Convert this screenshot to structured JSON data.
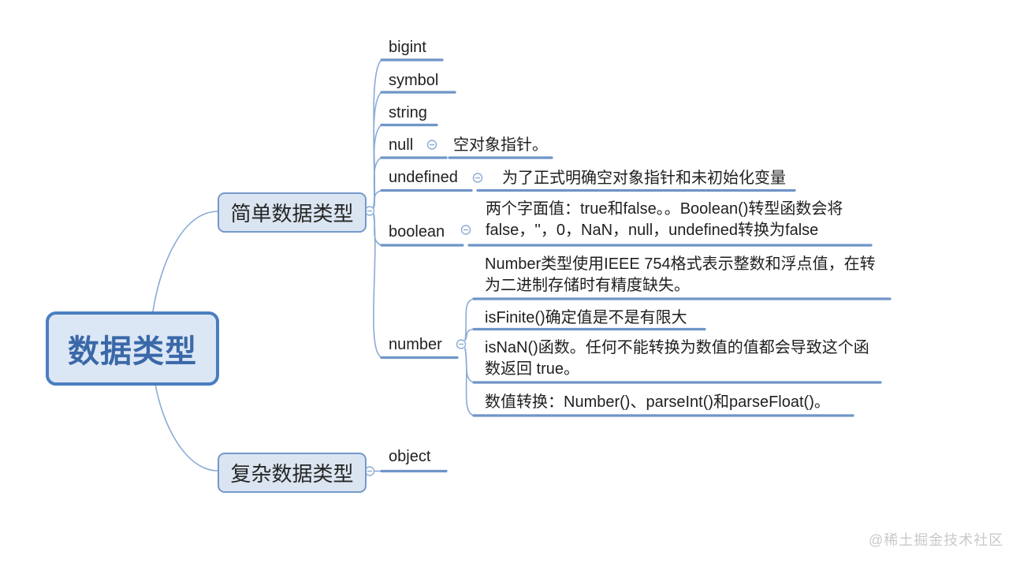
{
  "root": {
    "label": "数据类型"
  },
  "branches": [
    {
      "label": "简单数据类型",
      "children": [
        {
          "label": "bigint"
        },
        {
          "label": "symbol"
        },
        {
          "label": "string"
        },
        {
          "label": "null",
          "note_lines": [
            "空对象指针。"
          ]
        },
        {
          "label": "undefined",
          "note_lines": [
            "为了正式明确空对象指针和未初始化变量"
          ]
        },
        {
          "label": "boolean",
          "note_lines": [
            "两个字面值：true和false。。Boolean()转型函数会将",
            "false，''，0，NaN，null，undefined转换为false"
          ]
        },
        {
          "label": "number",
          "children": [
            {
              "lines": [
                "Number类型使用IEEE 754格式表示整数和浮点值，在转",
                "为二进制存储时有精度缺失。"
              ]
            },
            {
              "lines": [
                "isFinite()确定值是不是有限大"
              ]
            },
            {
              "lines": [
                "isNaN()函数。任何不能转换为数值的值都会导致这个函",
                "数返回 true。"
              ]
            },
            {
              "lines": [
                "数值转换：Number()、parseInt()和parseFloat()。"
              ]
            }
          ]
        }
      ]
    },
    {
      "label": "复杂数据类型",
      "children": [
        {
          "label": "object"
        }
      ]
    }
  ],
  "icons": {
    "collapse": "minus-in-circle"
  },
  "watermark": "@稀土掘金技术社区",
  "colors": {
    "node_fill": "#dbe5f1",
    "node_border": "#7499cb",
    "root_fill": "#dce7f5",
    "root_border": "#4a7ec0",
    "root_text": "#3a68a8",
    "underline": "#6f95c7",
    "connector": "#8aabd6",
    "text": "#1f1f1f",
    "watermark_text": "#c9c9c9"
  }
}
